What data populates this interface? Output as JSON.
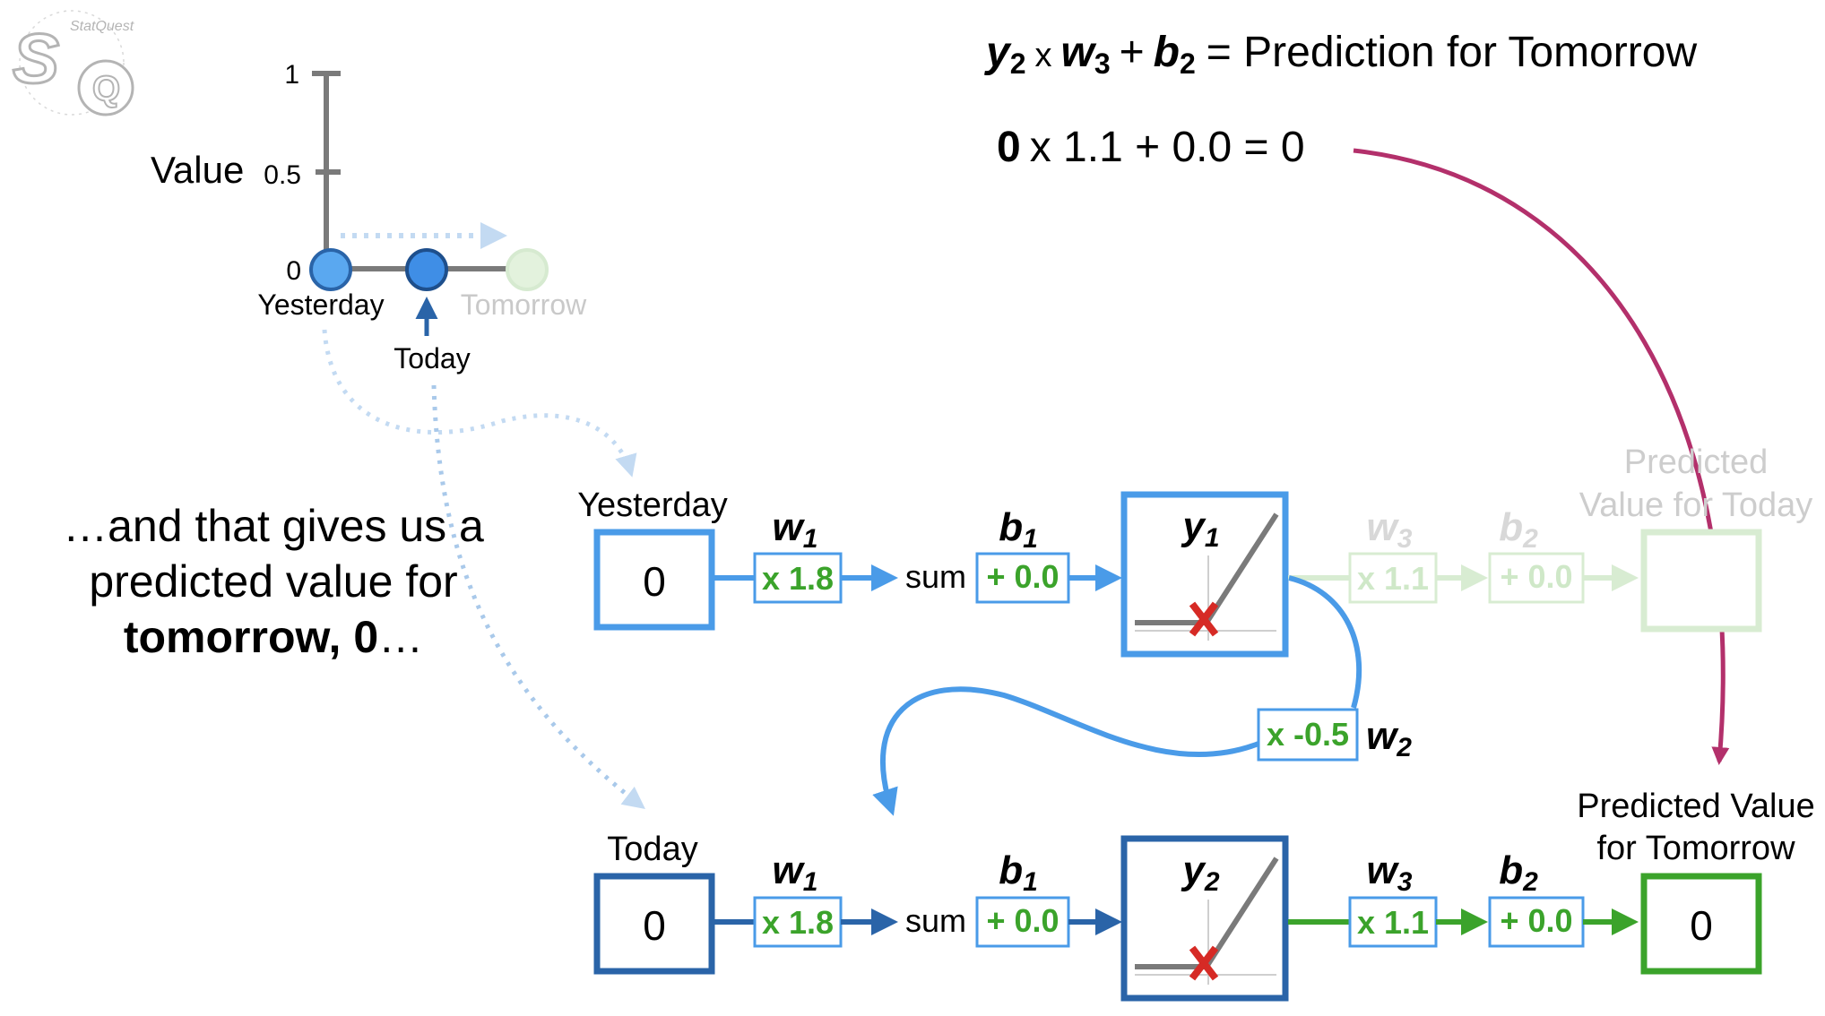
{
  "logo": {
    "text": "StatQuest"
  },
  "axis_plot": {
    "axis_label": "Value",
    "ticks": [
      "1",
      "0.5",
      "0"
    ],
    "points": [
      {
        "label": "Yesterday",
        "value": 0
      },
      {
        "label": "Today",
        "value": 0
      },
      {
        "label": "Tomorrow",
        "value": 0
      }
    ]
  },
  "equation": {
    "line1": {
      "y": "y",
      "y_sub": "2",
      "times": "x",
      "w": "w",
      "w_sub": "3",
      "plus": "+",
      "b": "b",
      "b_sub": "2",
      "rest": "= Prediction for Tomorrow"
    },
    "line2": {
      "first": "0",
      "rest": "x 1.1 + 0.0 = 0"
    }
  },
  "narration": {
    "part1": "…and that gives us a predicted value for",
    "bold": "tomorrow, 0",
    "part2": "…"
  },
  "network": {
    "row1": {
      "input_label": "Yesterday",
      "input_value": "0",
      "w1_label": "w",
      "w1_sub": "1",
      "w1_box": "x 1.8",
      "sum": "sum",
      "b1_label": "b",
      "b1_sub": "1",
      "b1_box": "+ 0.0",
      "act_label": "y",
      "act_sub": "1",
      "w3_label": "w",
      "w3_sub": "3",
      "w3_box": "x 1.1",
      "b2_label": "b",
      "b2_sub": "2",
      "b2_box": "+ 0.0",
      "out_label_1": "Predicted",
      "out_label_2": "Value for Today",
      "out_value": ""
    },
    "feedback": {
      "w2_label": "w",
      "w2_sub": "2",
      "w2_box": "x -0.5"
    },
    "row2": {
      "input_label": "Today",
      "input_value": "0",
      "w1_label": "w",
      "w1_sub": "1",
      "w1_box": "x 1.8",
      "sum": "sum",
      "b1_label": "b",
      "b1_sub": "1",
      "b1_box": "+ 0.0",
      "act_label": "y",
      "act_sub": "2",
      "w3_label": "w",
      "w3_sub": "3",
      "w3_box": "x 1.1",
      "b2_label": "b",
      "b2_sub": "2",
      "b2_box": "+ 0.0",
      "out_label_1": "Predicted Value",
      "out_label_2": "for Tomorrow",
      "out_value": "0"
    }
  },
  "colors": {
    "blue": "#4a9be8",
    "dark_blue": "#2a64a8",
    "green": "#3ba32b",
    "pale_green": "#cfe8c8",
    "magenta": "#b3306b",
    "red": "#d62a25",
    "gray": "#7a7a7a"
  }
}
